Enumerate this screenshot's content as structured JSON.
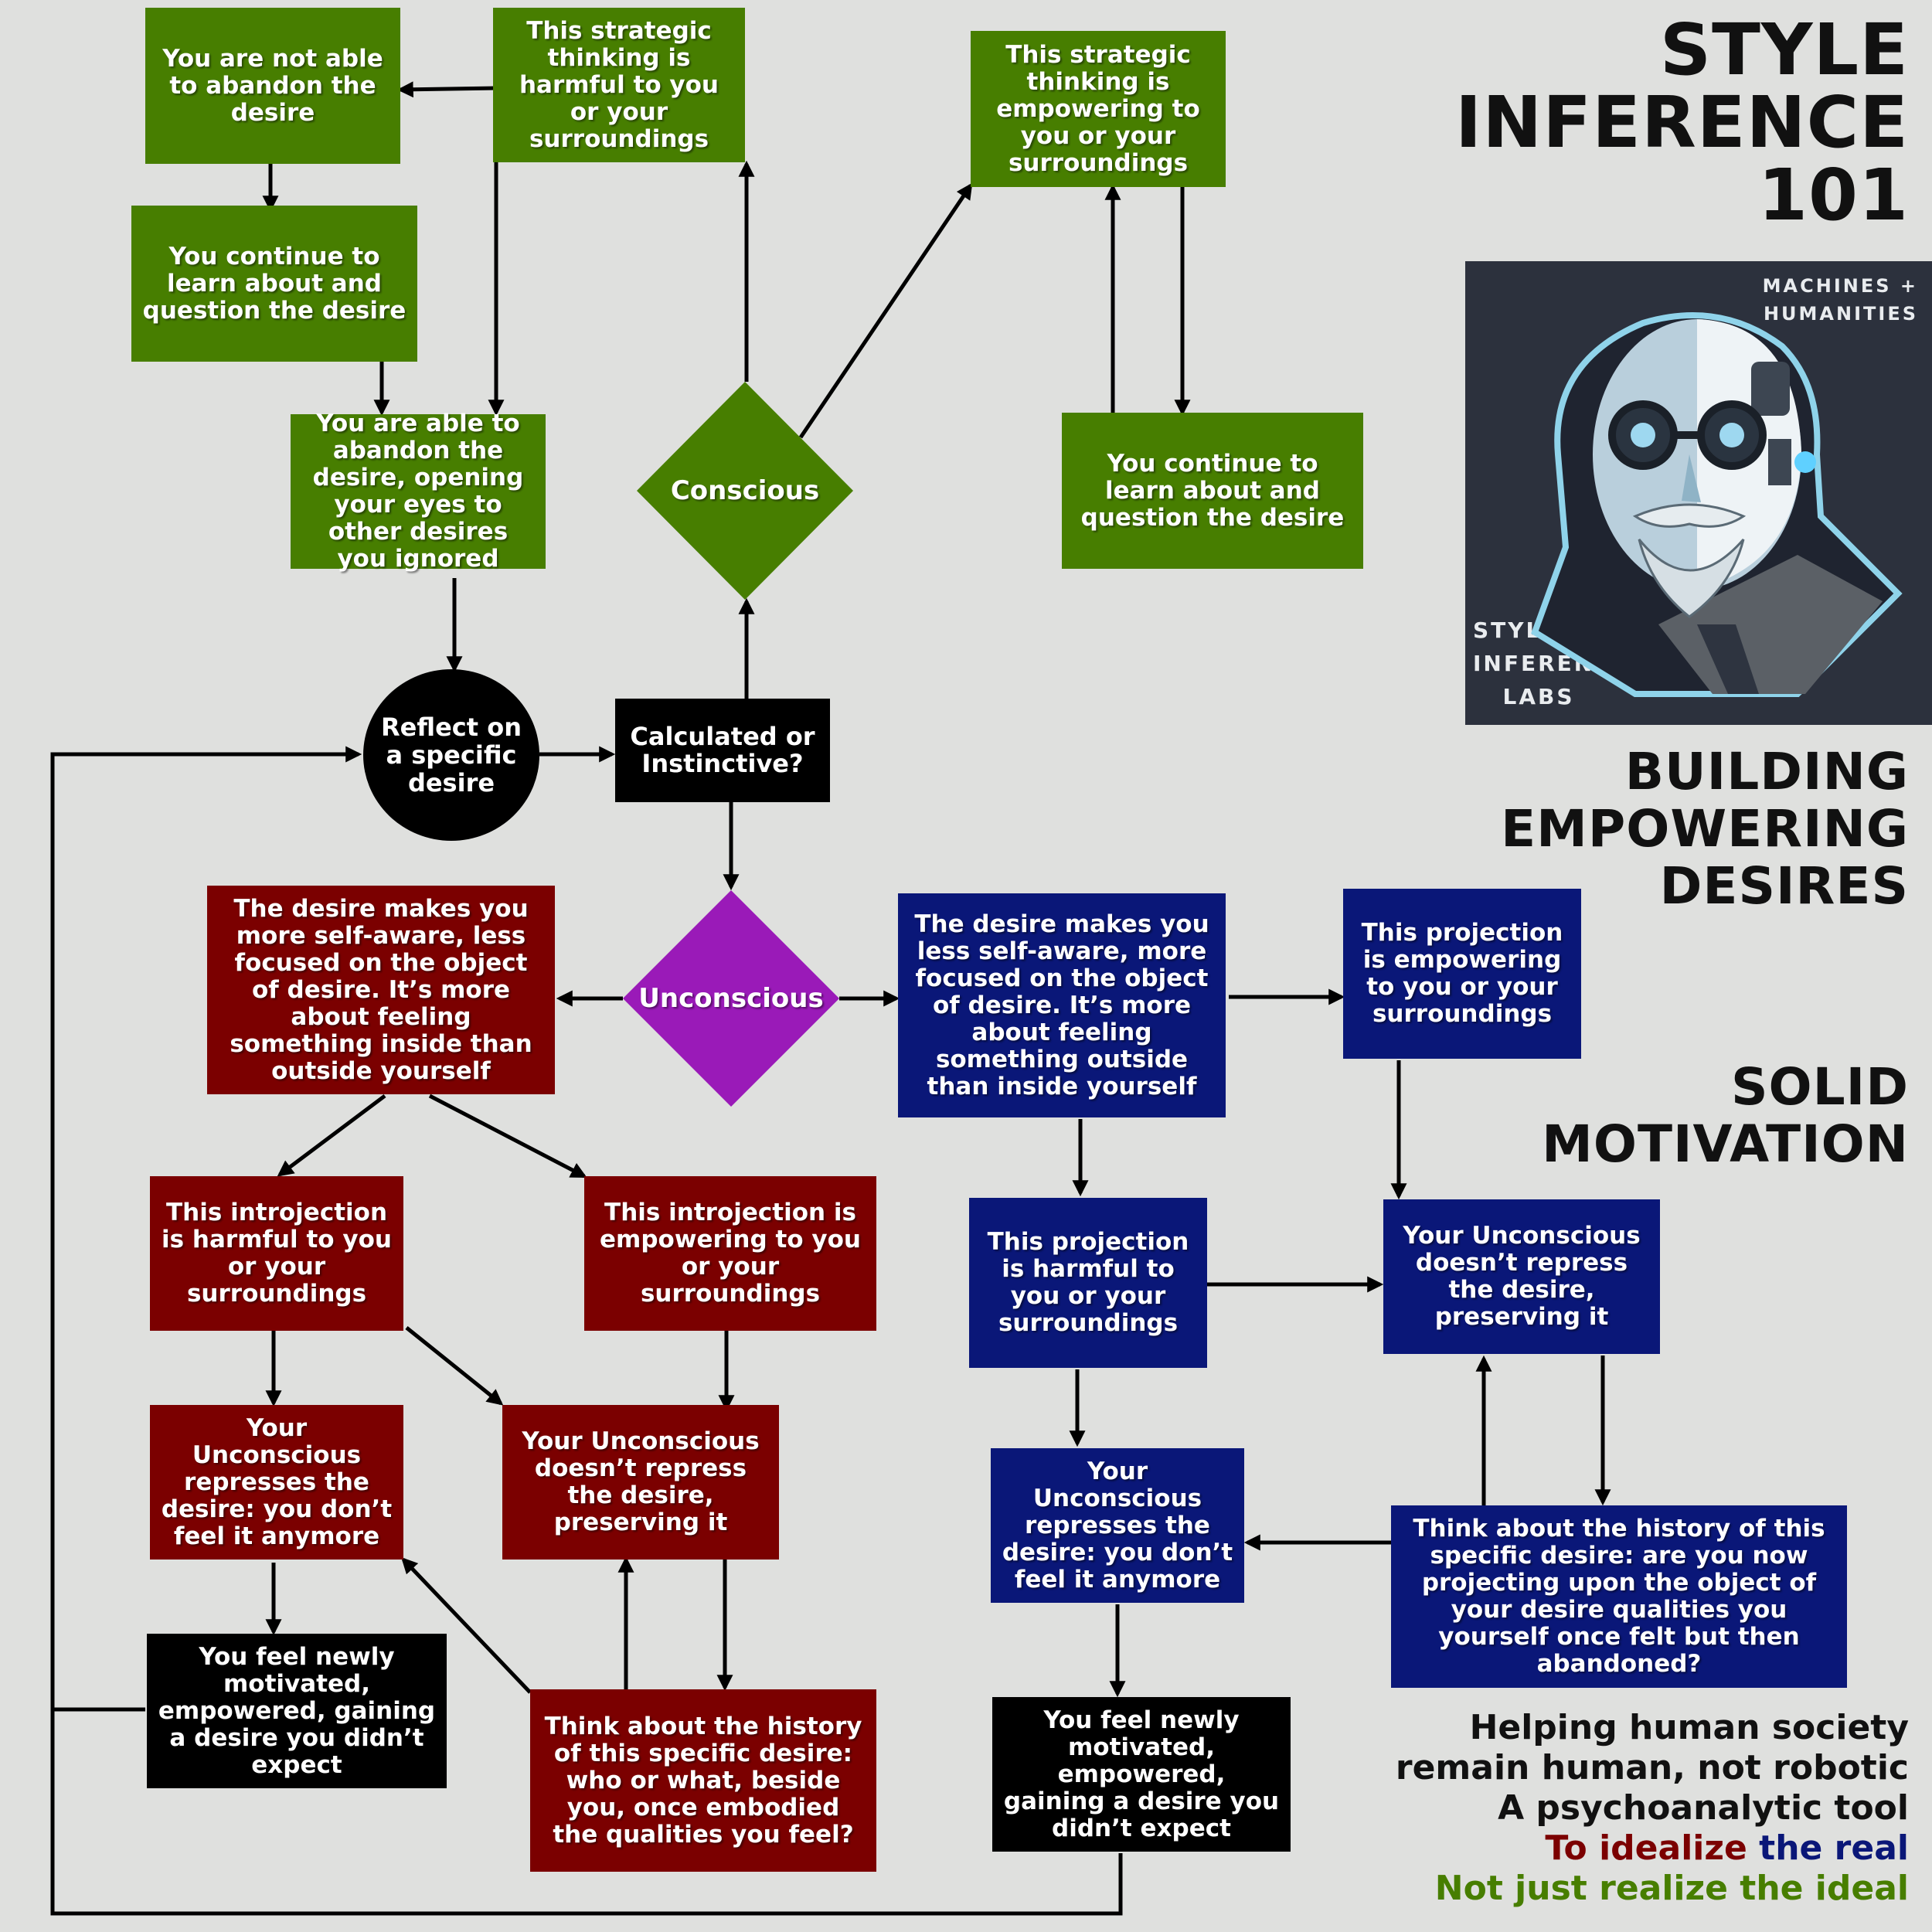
{
  "title": {
    "line1": "STYLE",
    "line2": "INFERENCE",
    "line3": "101"
  },
  "subtitle1": {
    "line1": "BUILDING",
    "line2": "EMPOWERING",
    "line3": "DESIRES"
  },
  "subtitle2": {
    "line1": "SOLID",
    "line2": "MOTIVATION"
  },
  "logo": {
    "top_line1": "MACHINES +",
    "top_line2": "HUMANITIES",
    "bottom_line1": "STYLE",
    "bottom_line2": "INFERENCE",
    "bottom_line3": "LABS",
    "icon": "robot-psychoanalyst-icon"
  },
  "tagline": {
    "line1": "Helping human society",
    "line2": "remain human, not robotic",
    "line3": "A psychoanalytic tool",
    "line4_part1": "To idealize",
    "line4_part2": "the real",
    "line5": "Not just realize the ideal"
  },
  "colors": {
    "green": "#477e00",
    "red": "#7b0000",
    "blue": "#0a1778",
    "purple": "#9a1ab8",
    "black": "#000000",
    "background": "#dfe0de"
  },
  "nodes": {
    "reflect": "Reflect on a specific desire",
    "calculated": "Calculated or Instinctive?",
    "conscious": "Conscious",
    "unconscious": "Unconscious",
    "g_not_able": "You are not able to abandon the desire",
    "g_harmful": "This strategic thinking is harmful to you or your surroundings",
    "g_continue_left": "You continue to learn about and question the desire",
    "g_able": "You are able to abandon the desire, opening your eyes to other desires you ignored",
    "g_empowering": "This strategic thinking is empowering to you or your surroundings",
    "g_continue_right": "You continue to learn about and question the desire",
    "r_self_aware": "The desire makes you more self-aware, less focused on the object of desire. It’s more about feeling something inside than outside yourself",
    "r_harmful": "This introjection is harmful to you or your surroundings",
    "r_empowering": "This introjection is empowering to you or your surroundings",
    "r_represses": "Your Unconscious represses the desire: you don’t feel it anymore",
    "r_preserves": "Your Unconscious doesn’t repress the desire, preserving it",
    "r_history": "Think about the history of this specific desire: who or what, beside you, once embodied the qualities you feel?",
    "k_motivated_left": "You feel newly motivated, empowered, gaining a desire you didn’t expect",
    "b_less_aware": "The desire makes you less self-aware, more focused on the object of desire. It’s more about feeling something outside than inside yourself",
    "b_empowering": "This projection is empowering to you or your surroundings",
    "b_harmful": "This projection is harmful to you or your surroundings",
    "b_preserves": "Your Unconscious doesn’t repress the desire, preserving it",
    "b_represses": "Your Unconscious represses the desire: you don’t feel it anymore",
    "b_history": "Think about the history of this specific desire: are you now projecting upon the object of your desire qualities you yourself once felt but then abandoned?",
    "k_motivated_right": "You feel newly motivated, empowered, gaining a desire you didn’t expect"
  }
}
